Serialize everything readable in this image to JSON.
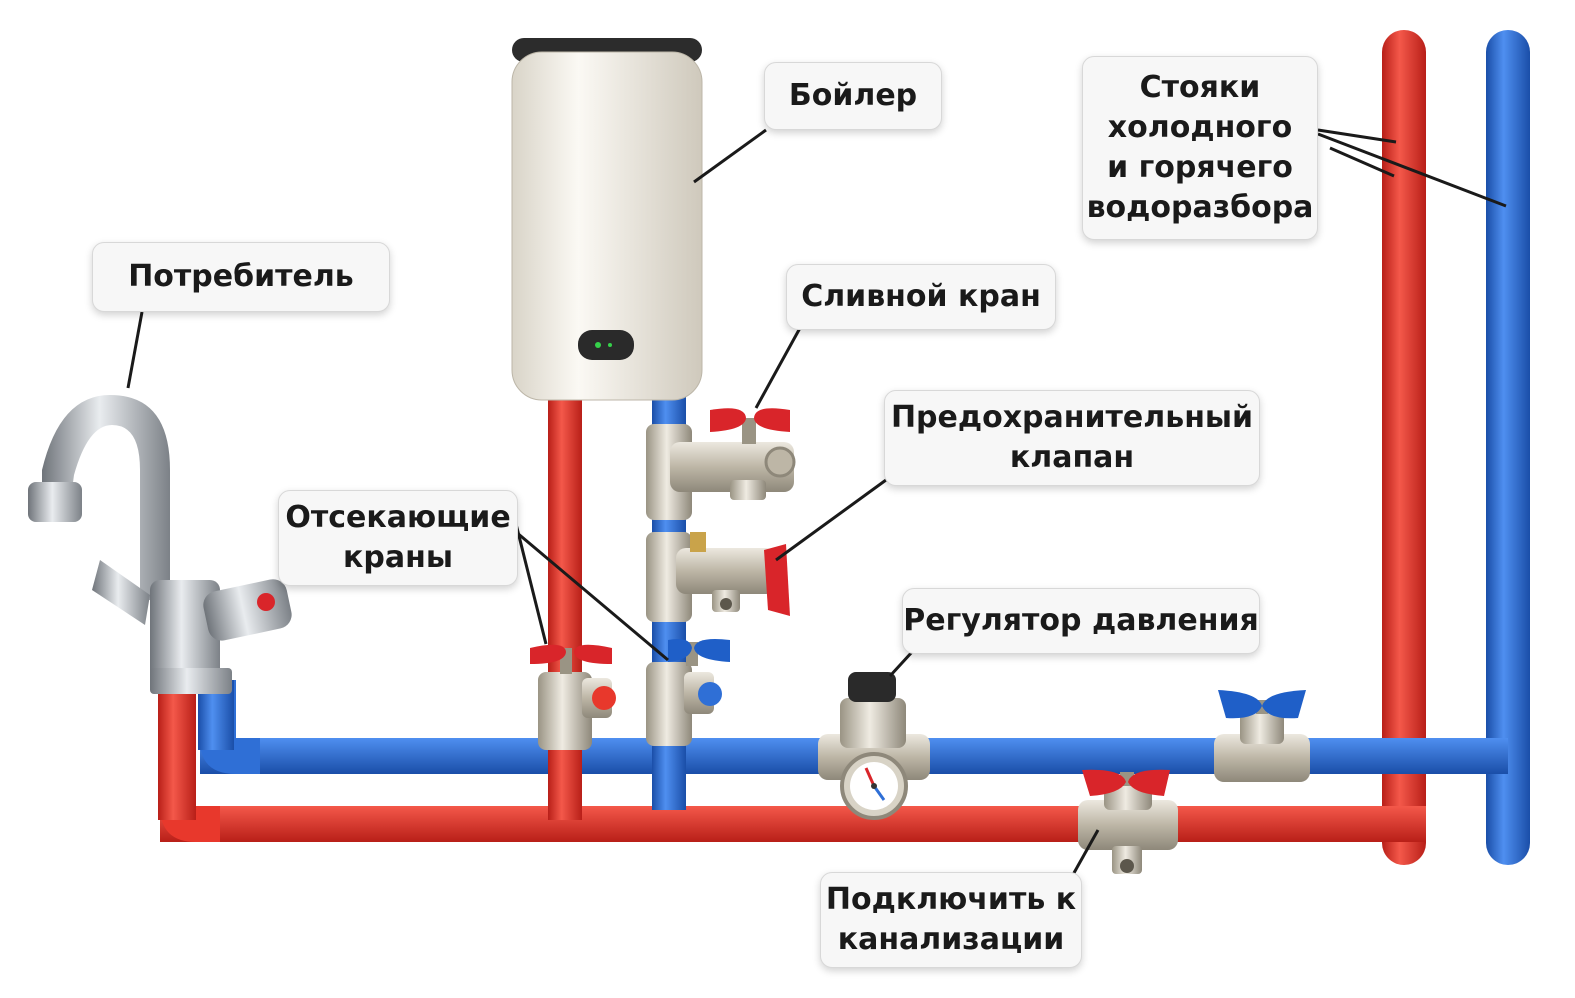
{
  "labels": {
    "boiler": "Бойлер",
    "risers": [
      "Стояки",
      "холодного",
      "и горячего",
      "водоразбора"
    ],
    "consumer": "Потребитель",
    "drain_valve": "Сливной кран",
    "safety_valve": [
      "Предохранительный",
      "клапан"
    ],
    "shutoff_valves": [
      "Отсекающие",
      "краны"
    ],
    "pressure_regulator": "Регулятор давления",
    "sewer": [
      "Подключить к",
      "канализации"
    ]
  },
  "colors": {
    "hot_pipe": "#e8382c",
    "cold_pipe": "#2f6fd6",
    "valve_handle_hot": "#d9252a",
    "valve_handle_cold": "#1f5fc8",
    "brass_body": "#c9c2b4",
    "boiler_body": "#f2efe8"
  }
}
